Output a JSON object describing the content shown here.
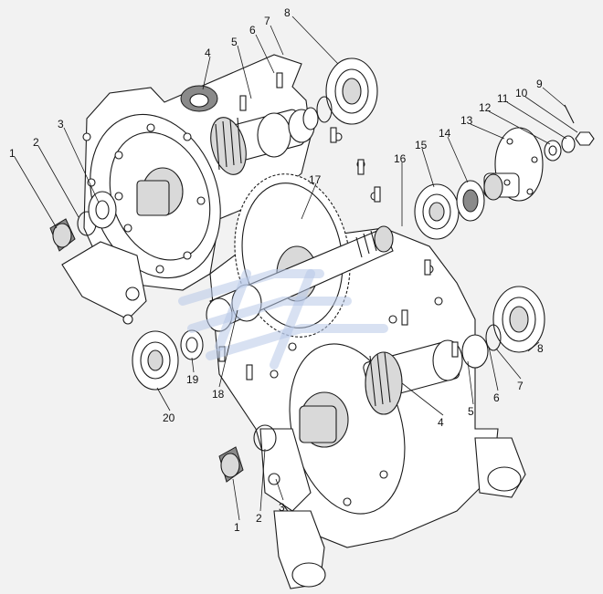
{
  "callouts": [
    {
      "id": "c1a",
      "text": "1"
    },
    {
      "id": "c2a",
      "text": "2"
    },
    {
      "id": "c3a",
      "text": "3"
    },
    {
      "id": "c4a",
      "text": "4"
    },
    {
      "id": "c5a",
      "text": "5"
    },
    {
      "id": "c6a",
      "text": "6"
    },
    {
      "id": "c7a",
      "text": "7"
    },
    {
      "id": "c8a",
      "text": "8"
    },
    {
      "id": "c9",
      "text": "9"
    },
    {
      "id": "c10",
      "text": "10"
    },
    {
      "id": "c11",
      "text": "11"
    },
    {
      "id": "c12",
      "text": "12"
    },
    {
      "id": "c13",
      "text": "13"
    },
    {
      "id": "c14",
      "text": "14"
    },
    {
      "id": "c15",
      "text": "15"
    },
    {
      "id": "c16",
      "text": "16"
    },
    {
      "id": "c17",
      "text": "17"
    },
    {
      "id": "c18",
      "text": "18"
    },
    {
      "id": "c19",
      "text": "19"
    },
    {
      "id": "c20",
      "text": "20"
    },
    {
      "id": "c8b",
      "text": "8"
    },
    {
      "id": "c7b",
      "text": "7"
    },
    {
      "id": "c6b",
      "text": "6"
    },
    {
      "id": "c5b",
      "text": "5"
    },
    {
      "id": "c4b",
      "text": "4"
    },
    {
      "id": "c3b",
      "text": "3"
    },
    {
      "id": "c2b",
      "text": "2"
    },
    {
      "id": "c1b",
      "text": "1"
    }
  ]
}
